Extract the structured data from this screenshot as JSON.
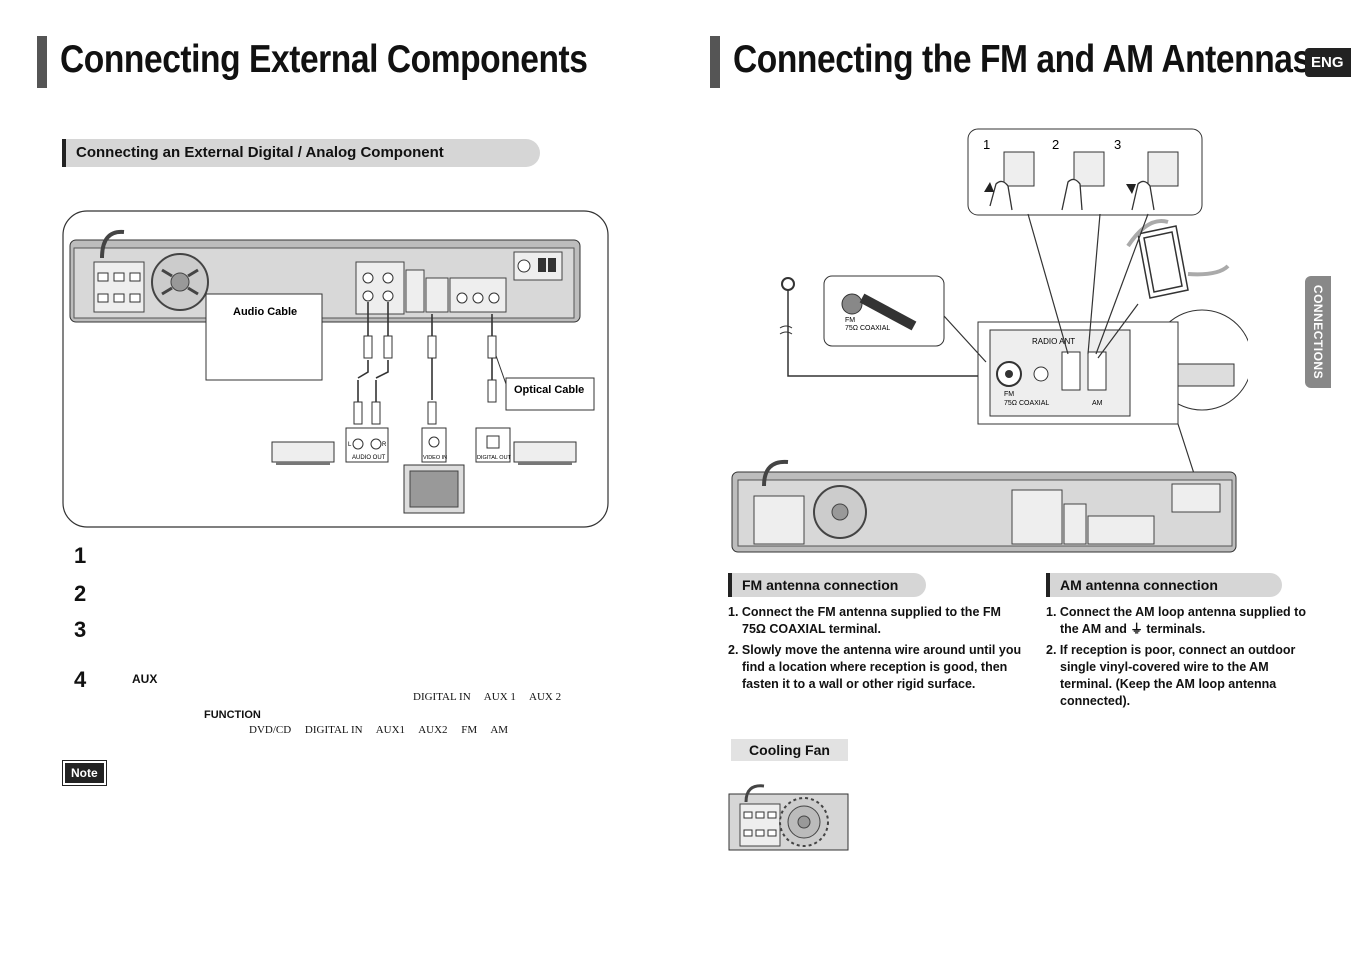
{
  "left": {
    "title": "Connecting External Components",
    "section_title": "Connecting an External Digital / Analog Component",
    "diagram": {
      "audio_cable": "Audio Cable",
      "optical_cable": "Optical Cable",
      "audio_out": "AUDIO OUT",
      "video_in": "VIDEO IN",
      "digital_out": "DIGITAL OUT",
      "l": "L",
      "r": "R"
    },
    "steps": [
      "1",
      "2",
      "3",
      "4"
    ],
    "aux_label": "AUX",
    "modes_line_1": "DIGITAL IN     AUX 1     AUX 2",
    "function_label": "FUNCTION",
    "modes_line_2": "DVD/CD     DIGITAL IN     AUX1     AUX2     FM     AM",
    "note": "Note"
  },
  "right": {
    "title": "Connecting the FM and AM Antennas",
    "lang_tab": "ENG",
    "side_tab": "CONNECTIONS",
    "diagram": {
      "step_nums": [
        "1",
        "2",
        "3"
      ],
      "fm_coaxial_small": "FM\n75Ω COAXIAL",
      "radio_ant": "RADIO ANT",
      "fm": "FM",
      "fm_coaxial": "75Ω  COAXIAL",
      "am": "AM"
    },
    "fm_section": {
      "title": "FM antenna connection",
      "items": [
        "1. Connect the FM antenna supplied to the FM 75Ω COAXIAL terminal.",
        "2. Slowly move the antenna wire around until you find a location where reception is good, then fasten it to a wall or other rigid surface."
      ]
    },
    "am_section": {
      "title": "AM antenna connection",
      "items": [
        "1. Connect the AM loop antenna supplied to the AM and ⏚ terminals.",
        "2. If reception is poor, connect an outdoor single vinyl-covered wire to the AM terminal. (Keep the AM loop antenna connected)."
      ]
    },
    "cooling_fan": "Cooling Fan"
  }
}
